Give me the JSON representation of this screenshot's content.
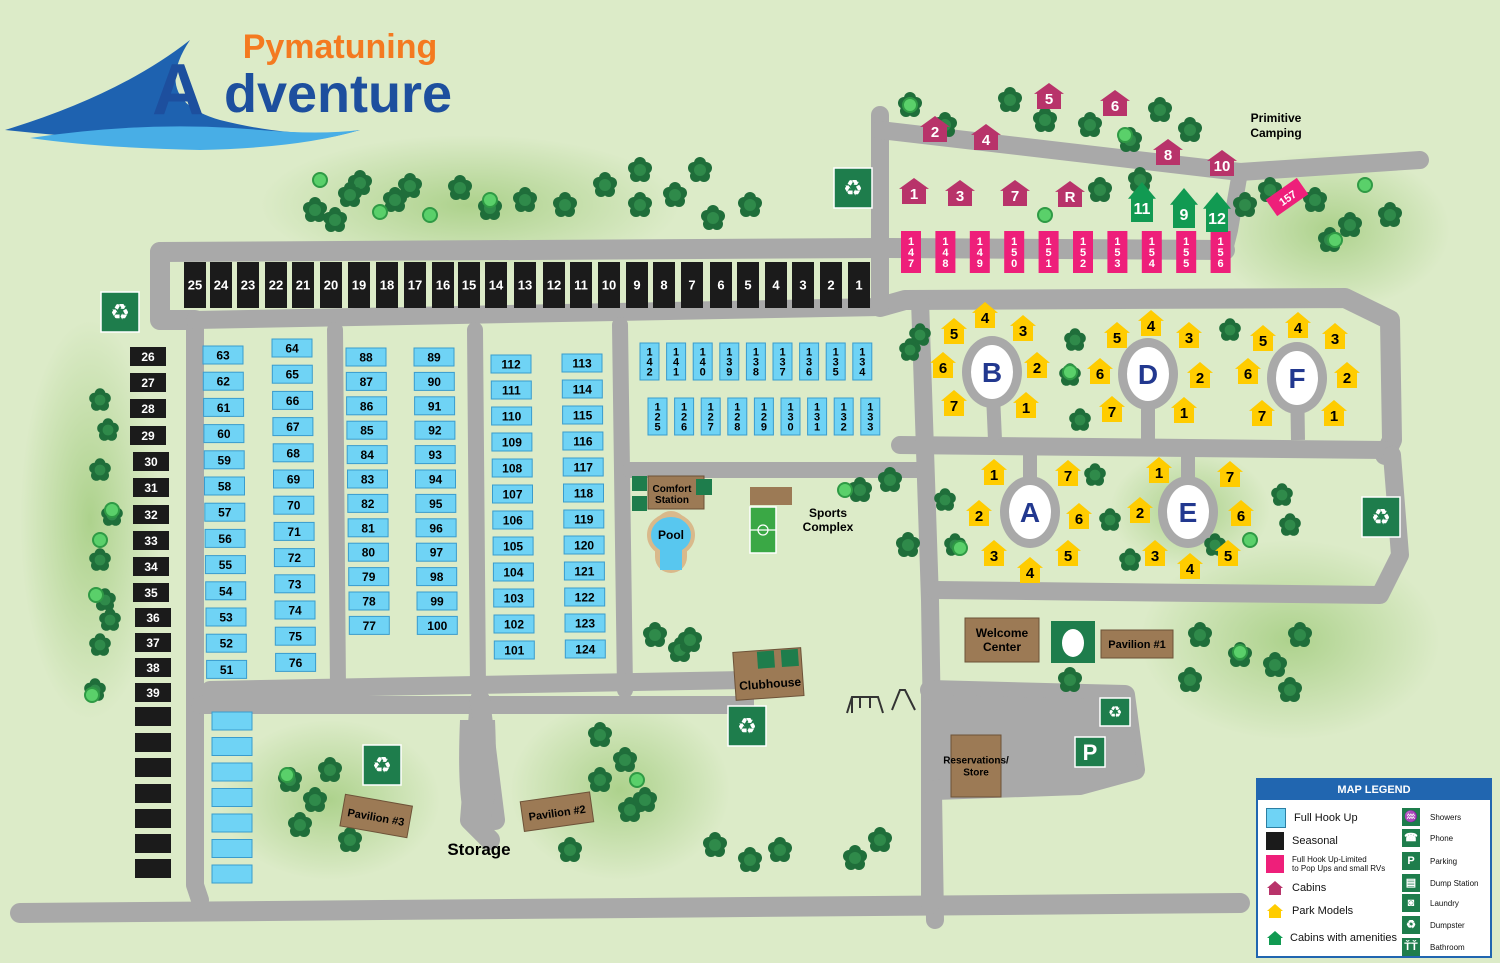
{
  "logo": {
    "line1": "Pymatuning",
    "line2": "dventure",
    "initial": "A"
  },
  "colors": {
    "background": "#dcebc8",
    "road": "#a9a9a9",
    "full_hook_up": "#6fd3f5",
    "seasonal": "#1b1b1b",
    "pop_up": "#ee1f7a",
    "cabin": "#b8336a",
    "park_model": "#ffcc00",
    "cabin_amenities": "#119a52",
    "building": "#9c7a55",
    "icon": "#1e7d4c",
    "legend_accent": "#2166b0"
  },
  "seasonal_top": [
    "25",
    "24",
    "23",
    "22",
    "21",
    "20",
    "19",
    "18",
    "17",
    "16",
    "15",
    "14",
    "13",
    "12",
    "11",
    "10",
    "9",
    "8",
    "7",
    "6",
    "5",
    "4",
    "3",
    "2",
    "1"
  ],
  "seasonal_left": [
    "26",
    "27",
    "28",
    "29",
    "30",
    "31",
    "32",
    "33",
    "34",
    "35",
    "36",
    "37",
    "38",
    "39",
    "",
    "",
    "",
    "",
    "",
    "",
    ""
  ],
  "hookup_col1": [
    "63",
    "62",
    "61",
    "60",
    "59",
    "58",
    "57",
    "56",
    "55",
    "54",
    "53",
    "52",
    "51"
  ],
  "hookup_col2": [
    "64",
    "65",
    "66",
    "67",
    "68",
    "69",
    "70",
    "71",
    "72",
    "73",
    "74",
    "75",
    "76"
  ],
  "hookup_col3": [
    "88",
    "87",
    "86",
    "85",
    "84",
    "83",
    "82",
    "81",
    "80",
    "79",
    "78",
    "77"
  ],
  "hookup_col4": [
    "89",
    "90",
    "91",
    "92",
    "93",
    "94",
    "95",
    "96",
    "97",
    "98",
    "99",
    "100"
  ],
  "hookup_col5": [
    "112",
    "111",
    "110",
    "109",
    "108",
    "107",
    "106",
    "105",
    "104",
    "103",
    "102",
    "101"
  ],
  "hookup_col6": [
    "113",
    "114",
    "115",
    "116",
    "117",
    "118",
    "119",
    "120",
    "121",
    "122",
    "123",
    "124"
  ],
  "hookup_row_top": [
    "142",
    "141",
    "140",
    "139",
    "138",
    "137",
    "136",
    "135",
    "134"
  ],
  "hookup_row_bottom": [
    "125",
    "126",
    "127",
    "128",
    "129",
    "130",
    "131",
    "132",
    "133"
  ],
  "hookup_empty_count": 7,
  "popup_sites": [
    "147",
    "148",
    "149",
    "150",
    "151",
    "152",
    "153",
    "154",
    "155",
    "156"
  ],
  "popup_157": "157",
  "cabins": [
    "1",
    "2",
    "3",
    "4",
    "5",
    "6",
    "7",
    "8",
    "10",
    "R"
  ],
  "cabins_amenities": [
    "9",
    "11",
    "12"
  ],
  "loops": [
    "A",
    "B",
    "D",
    "E",
    "F"
  ],
  "park_model_numbers": [
    "1",
    "2",
    "3",
    "4",
    "5",
    "6",
    "7"
  ],
  "labels": {
    "primitive": "Primitive\nCamping",
    "primitive_l1": "Primitive",
    "primitive_l2": "Camping",
    "comfort_l1": "Comfort",
    "comfort_l2": "Station",
    "pool": "Pool",
    "sports_l1": "Sports",
    "sports_l2": "Complex",
    "clubhouse": "Clubhouse",
    "welcome_l1": "Welcome",
    "welcome_l2": "Center",
    "pavilion1": "Pavilion #1",
    "pavilion2": "Pavilion #2",
    "pavilion3": "Pavilion #3",
    "reservations_l1": "Reservations/",
    "reservations_l2": "Store",
    "storage": "Storage",
    "parking": "P"
  },
  "legend": {
    "title": "MAP LEGEND",
    "full_hook_up": "Full Hook Up",
    "seasonal": "Seasonal",
    "popup_l1": "Full Hook Up-Limited",
    "popup_l2": "to Pop Ups and small RVs",
    "cabins": "Cabins",
    "park_models": "Park Models",
    "cabins_amenities": "Cabins with amenities",
    "showers": "Showers",
    "phone": "Phone",
    "parking": "Parking",
    "dump_station": "Dump Station",
    "laundry": "Laundry",
    "dumpster": "Dumpster",
    "bathroom": "Bathroom",
    "parking_letter": "P"
  }
}
